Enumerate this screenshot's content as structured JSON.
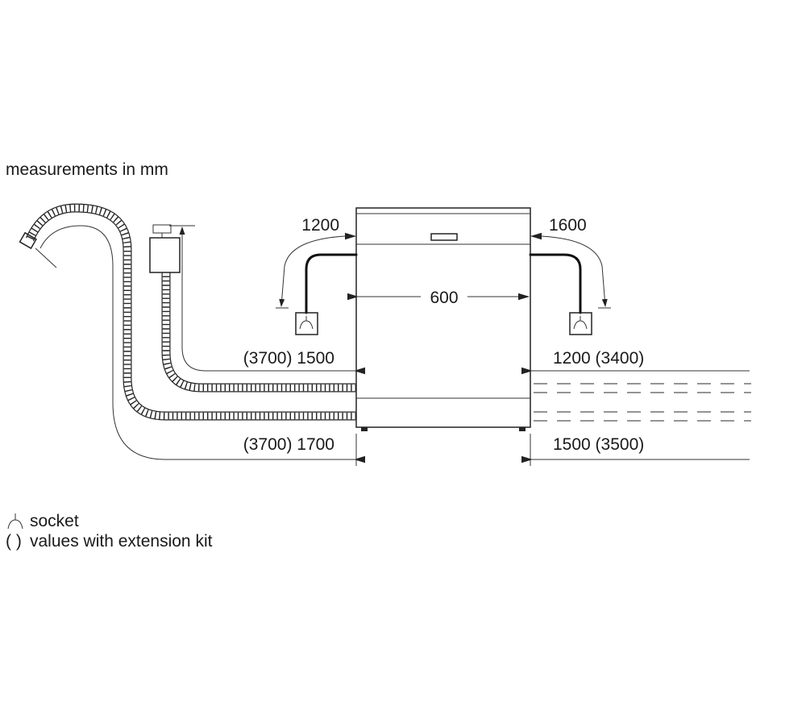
{
  "header": {
    "note": "measurements in mm"
  },
  "dimensions": {
    "width": "600",
    "left_power_cable": "1200",
    "right_power_cable": "1600",
    "left_drain_hose": "(3700) 1500",
    "left_inlet_hose": "(3700) 1700",
    "right_drain_hose": "1200 (3400)",
    "right_inlet_hose": "1500 (3500)"
  },
  "legend": {
    "socket_label": "socket",
    "extension_symbol": "( )",
    "extension_label": "values with extension kit"
  },
  "colors": {
    "line": "#222222",
    "background": "#ffffff"
  },
  "icons": [
    "socket-icon",
    "drain-hose",
    "inlet-hose",
    "dishwasher-front"
  ]
}
